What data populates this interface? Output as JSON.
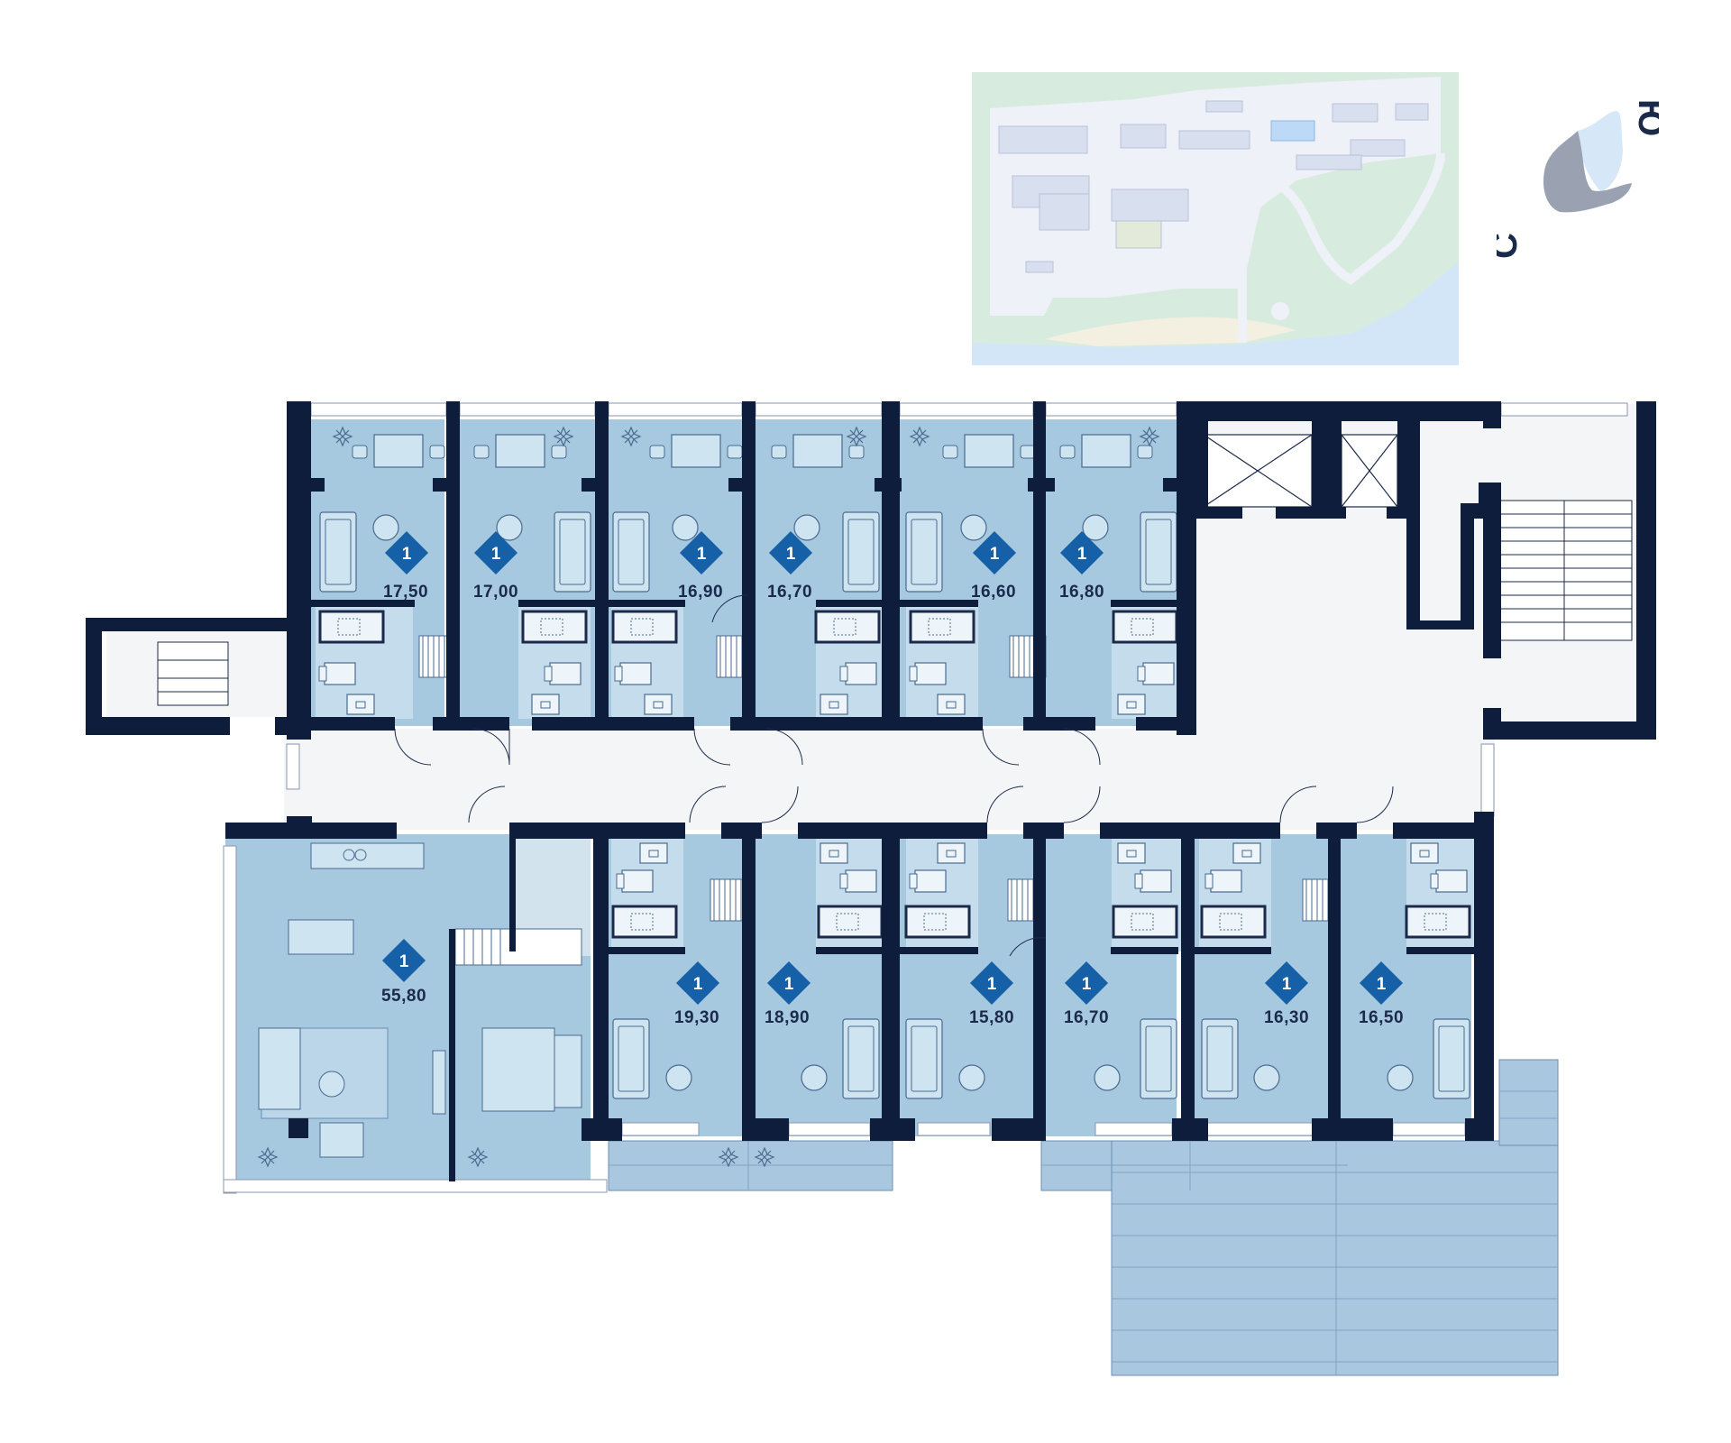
{
  "colors": {
    "wall": "#0f1d3d",
    "room": "#a6c9e0",
    "room_light": "#cfe4f1",
    "corridor": "#f4f5f7",
    "terrace": "#a9c8df",
    "badge": "#1660a8",
    "map_green": "#d7ecdf",
    "map_road": "#eef1f7",
    "map_building": "#d8dfee",
    "map_water": "#d3e6f8",
    "map_sand": "#f3efe1",
    "map_highlight": "#bcdaf7"
  },
  "compass": {
    "north": "С",
    "south": "Ю"
  },
  "site_plan": {
    "icon": "site-map-icon"
  },
  "top_row_units": [
    {
      "rooms": "1",
      "area": "17,50"
    },
    {
      "rooms": "1",
      "area": "17,00"
    },
    {
      "rooms": "1",
      "area": "16,90"
    },
    {
      "rooms": "1",
      "area": "16,70"
    },
    {
      "rooms": "1",
      "area": "16,60"
    },
    {
      "rooms": "1",
      "area": "16,80"
    }
  ],
  "bottom_row_units": [
    {
      "rooms": "1",
      "area": "19,30"
    },
    {
      "rooms": "1",
      "area": "18,90"
    },
    {
      "rooms": "1",
      "area": "15,80"
    },
    {
      "rooms": "1",
      "area": "16,70"
    },
    {
      "rooms": "1",
      "area": "16,30"
    },
    {
      "rooms": "1",
      "area": "16,50"
    }
  ],
  "large_unit": {
    "rooms": "1",
    "area": "55,80"
  }
}
